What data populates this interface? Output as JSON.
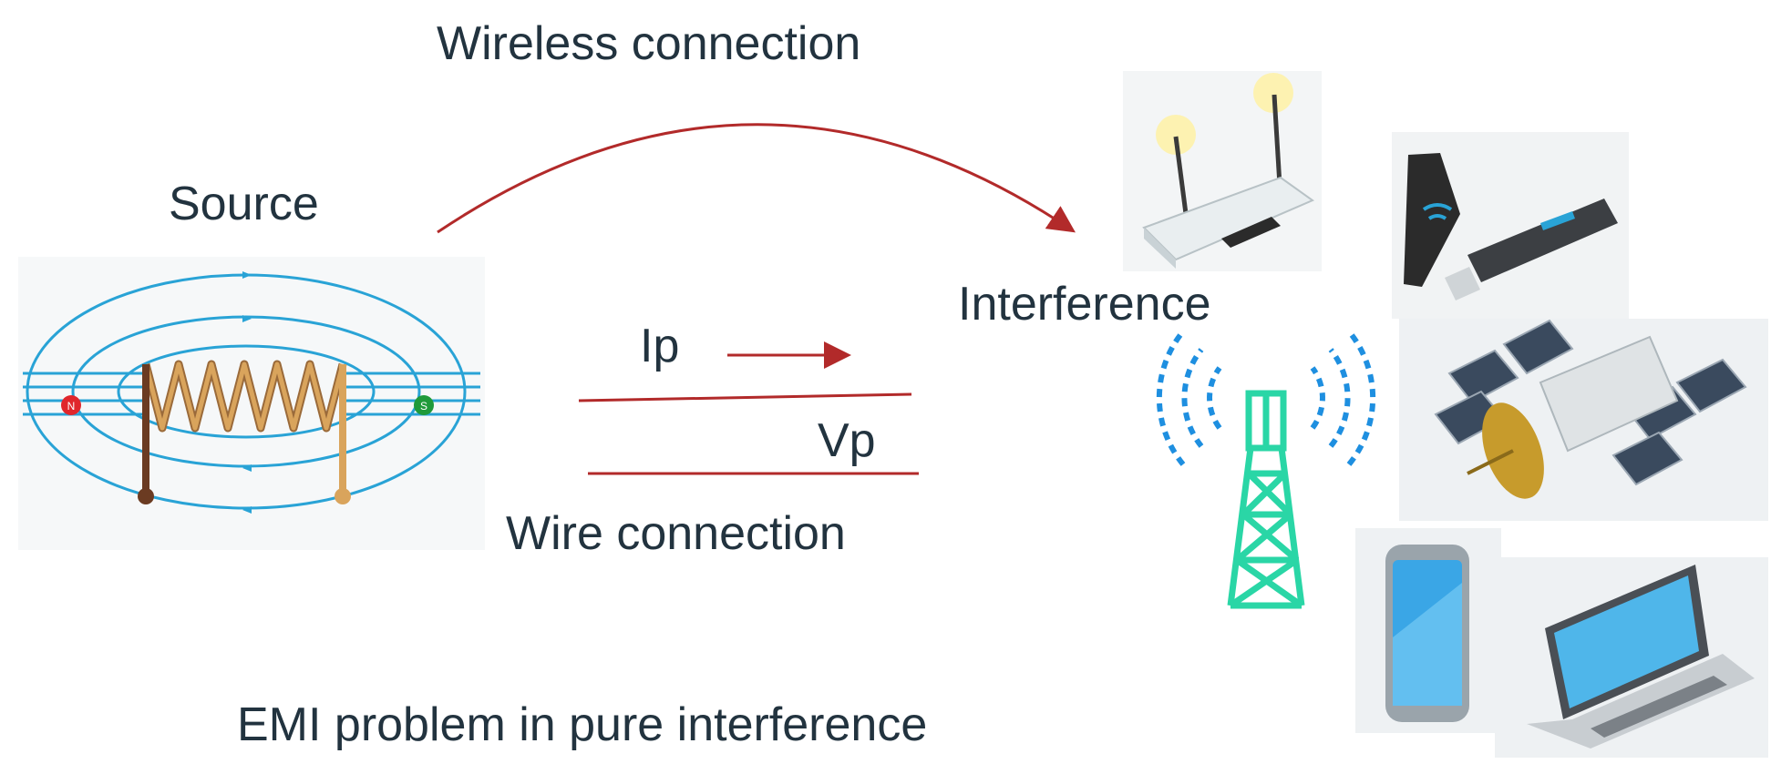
{
  "labels": {
    "wireless": "Wireless connection",
    "source": "Source",
    "interference": "Interference",
    "current": "Ip",
    "voltage": "Vp",
    "wire": "Wire connection",
    "caption": "EMI problem in pure interference"
  },
  "coil": {
    "pole_left": "N",
    "pole_right": "S"
  },
  "colors": {
    "text": "#22333f",
    "arrow": "#b22a2a",
    "field": "#29a3d6",
    "coil": "#c9904a",
    "tower": "#2ad6a6",
    "wave": "#1e8fe0"
  },
  "icons": [
    "solenoid-magnet-icon",
    "wifi-router-icon",
    "sd-card-icon",
    "usb-dongle-icon",
    "satellite-icon",
    "radio-tower-icon",
    "smartphone-icon",
    "laptop-icon"
  ]
}
